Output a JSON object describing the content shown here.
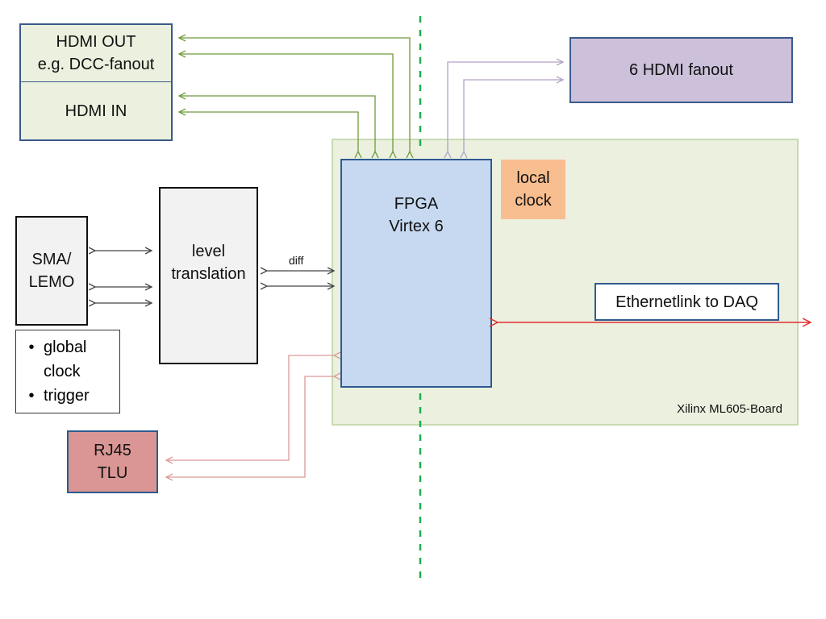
{
  "blocks": {
    "hdmi_out": {
      "line1": "HDMI OUT",
      "line2": "e.g. DCC-fanout"
    },
    "hdmi_in": {
      "label": "HDMI IN"
    },
    "hdmi_fanout": {
      "label": "6 HDMI fanout"
    },
    "sma": {
      "line1": "SMA/",
      "line2": "LEMO"
    },
    "level": {
      "line1": "level",
      "line2": "translation"
    },
    "fpga": {
      "line1": "FPGA",
      "line2": "Virtex 6"
    },
    "local_clock": {
      "line1": "local",
      "line2": "clock"
    },
    "ethernet": {
      "label": "Ethernetlink to DAQ"
    },
    "rj45": {
      "line1": "RJ45",
      "line2": "TLU"
    },
    "board": {
      "label": "Xilinx ML605-Board"
    }
  },
  "bullets": [
    "global",
    "clock",
    "trigger"
  ],
  "bullet_items": [
    {
      "marker": "•",
      "text": "global"
    },
    {
      "marker": "",
      "text": "clock"
    },
    {
      "marker": "•",
      "text": "trigger"
    }
  ],
  "labels": {
    "diff": "diff"
  },
  "colors": {
    "hdmi_box": "#ebf1de",
    "hdmi_border": "#3b5a8c",
    "green_wire": "#6e9a3c",
    "fanout_box": "#ccc0da",
    "fanout_wire": "#b3a2c7",
    "fpga_box": "#c6d9f1",
    "fpga_border": "#2e5a8f",
    "local_clock": "#f9be8f",
    "ethernet_wire": "#e03030",
    "rj45_box": "#da9694",
    "rj45_wire": "#dc9a96",
    "board_bg": "#ebf0df",
    "dashed_divider": "#1fae4f"
  }
}
